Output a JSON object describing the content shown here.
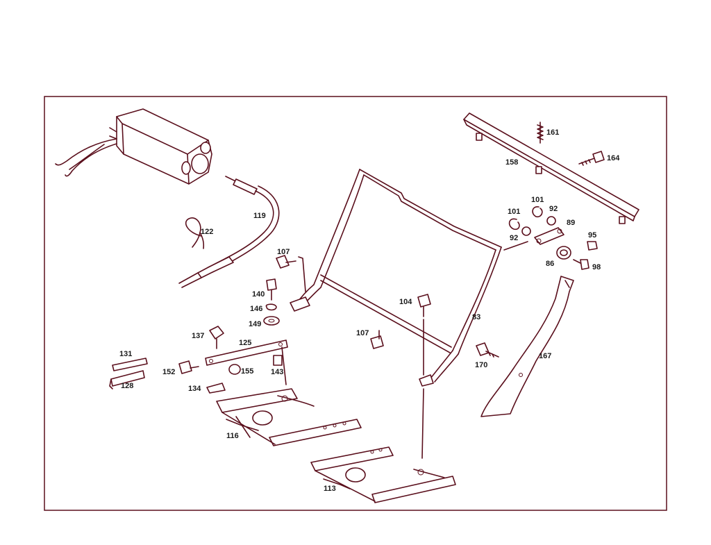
{
  "colors": {
    "line": "#5a0f1c",
    "text": "#1a1a1a",
    "background": "#ffffff"
  },
  "callouts": [
    {
      "id": "c161",
      "text": "161"
    },
    {
      "id": "c164",
      "text": "164"
    },
    {
      "id": "c158",
      "text": "158"
    },
    {
      "id": "c101a",
      "text": "101"
    },
    {
      "id": "c101b",
      "text": "101"
    },
    {
      "id": "c92a",
      "text": "92"
    },
    {
      "id": "c92b",
      "text": "92"
    },
    {
      "id": "c89",
      "text": "89"
    },
    {
      "id": "c95",
      "text": "95"
    },
    {
      "id": "c86",
      "text": "86"
    },
    {
      "id": "c98",
      "text": "98"
    },
    {
      "id": "c122",
      "text": "122"
    },
    {
      "id": "c119",
      "text": "119"
    },
    {
      "id": "c107a",
      "text": "107"
    },
    {
      "id": "c140",
      "text": "140"
    },
    {
      "id": "c146",
      "text": "146"
    },
    {
      "id": "c149",
      "text": "149"
    },
    {
      "id": "c137",
      "text": "137"
    },
    {
      "id": "c125",
      "text": "125"
    },
    {
      "id": "c131",
      "text": "131"
    },
    {
      "id": "c152",
      "text": "152"
    },
    {
      "id": "c155",
      "text": "155"
    },
    {
      "id": "c143",
      "text": "143"
    },
    {
      "id": "c128",
      "text": "128"
    },
    {
      "id": "c134",
      "text": "134"
    },
    {
      "id": "c116",
      "text": "116"
    },
    {
      "id": "c104",
      "text": "104"
    },
    {
      "id": "c83",
      "text": "83"
    },
    {
      "id": "c107b",
      "text": "107"
    },
    {
      "id": "c170",
      "text": "170"
    },
    {
      "id": "c167",
      "text": "167"
    },
    {
      "id": "c113",
      "text": "113"
    }
  ]
}
